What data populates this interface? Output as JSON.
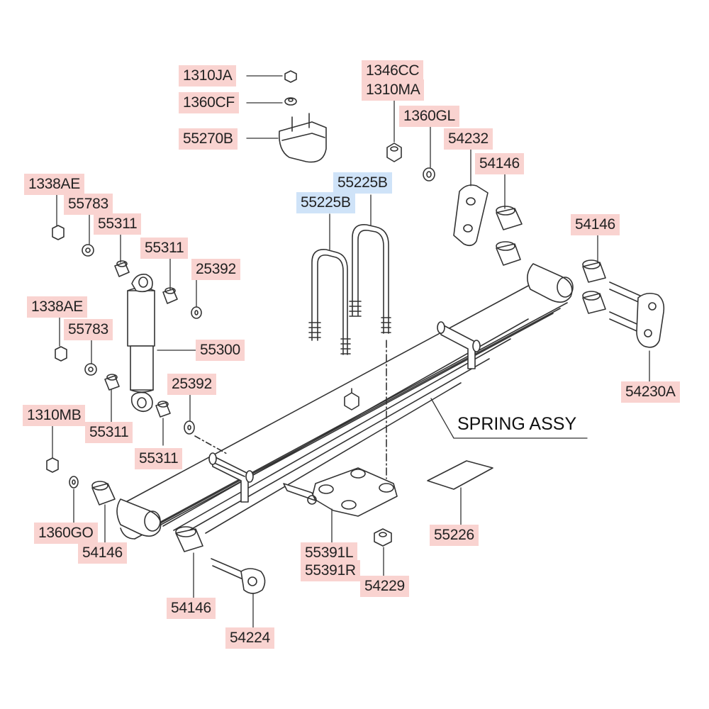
{
  "diagram": {
    "assembly_label": "SPRING ASSY",
    "parts": [
      {
        "id": "1310JA",
        "color": "red"
      },
      {
        "id": "1360CF",
        "color": "red"
      },
      {
        "id": "55270B",
        "color": "red"
      },
      {
        "id": "1346CC",
        "color": "red"
      },
      {
        "id": "1310MA",
        "color": "red"
      },
      {
        "id": "1360GL",
        "color": "red"
      },
      {
        "id": "54232",
        "color": "red"
      },
      {
        "id": "54146",
        "color": "red"
      },
      {
        "id": "55225B",
        "color": "blue"
      },
      {
        "id": "55225B",
        "color": "blue"
      },
      {
        "id": "1338AE",
        "color": "red"
      },
      {
        "id": "55783",
        "color": "red"
      },
      {
        "id": "55311",
        "color": "red"
      },
      {
        "id": "55311",
        "color": "red"
      },
      {
        "id": "25392",
        "color": "red"
      },
      {
        "id": "54146",
        "color": "red"
      },
      {
        "id": "1338AE",
        "color": "red"
      },
      {
        "id": "55783",
        "color": "red"
      },
      {
        "id": "55300",
        "color": "red"
      },
      {
        "id": "25392",
        "color": "red"
      },
      {
        "id": "54230A",
        "color": "red"
      },
      {
        "id": "1310MB",
        "color": "red"
      },
      {
        "id": "55311",
        "color": "red"
      },
      {
        "id": "55311",
        "color": "red"
      },
      {
        "id": "1360GO",
        "color": "red"
      },
      {
        "id": "54146",
        "color": "red"
      },
      {
        "id": "55391L",
        "color": "red"
      },
      {
        "id": "55391R",
        "color": "red"
      },
      {
        "id": "55226",
        "color": "red"
      },
      {
        "id": "54229",
        "color": "red"
      },
      {
        "id": "54146",
        "color": "red"
      },
      {
        "id": "54224",
        "color": "red"
      }
    ],
    "colors": {
      "red_label": "#f9d3d0",
      "blue_label": "#cfe3f8",
      "line": "#333333"
    }
  }
}
